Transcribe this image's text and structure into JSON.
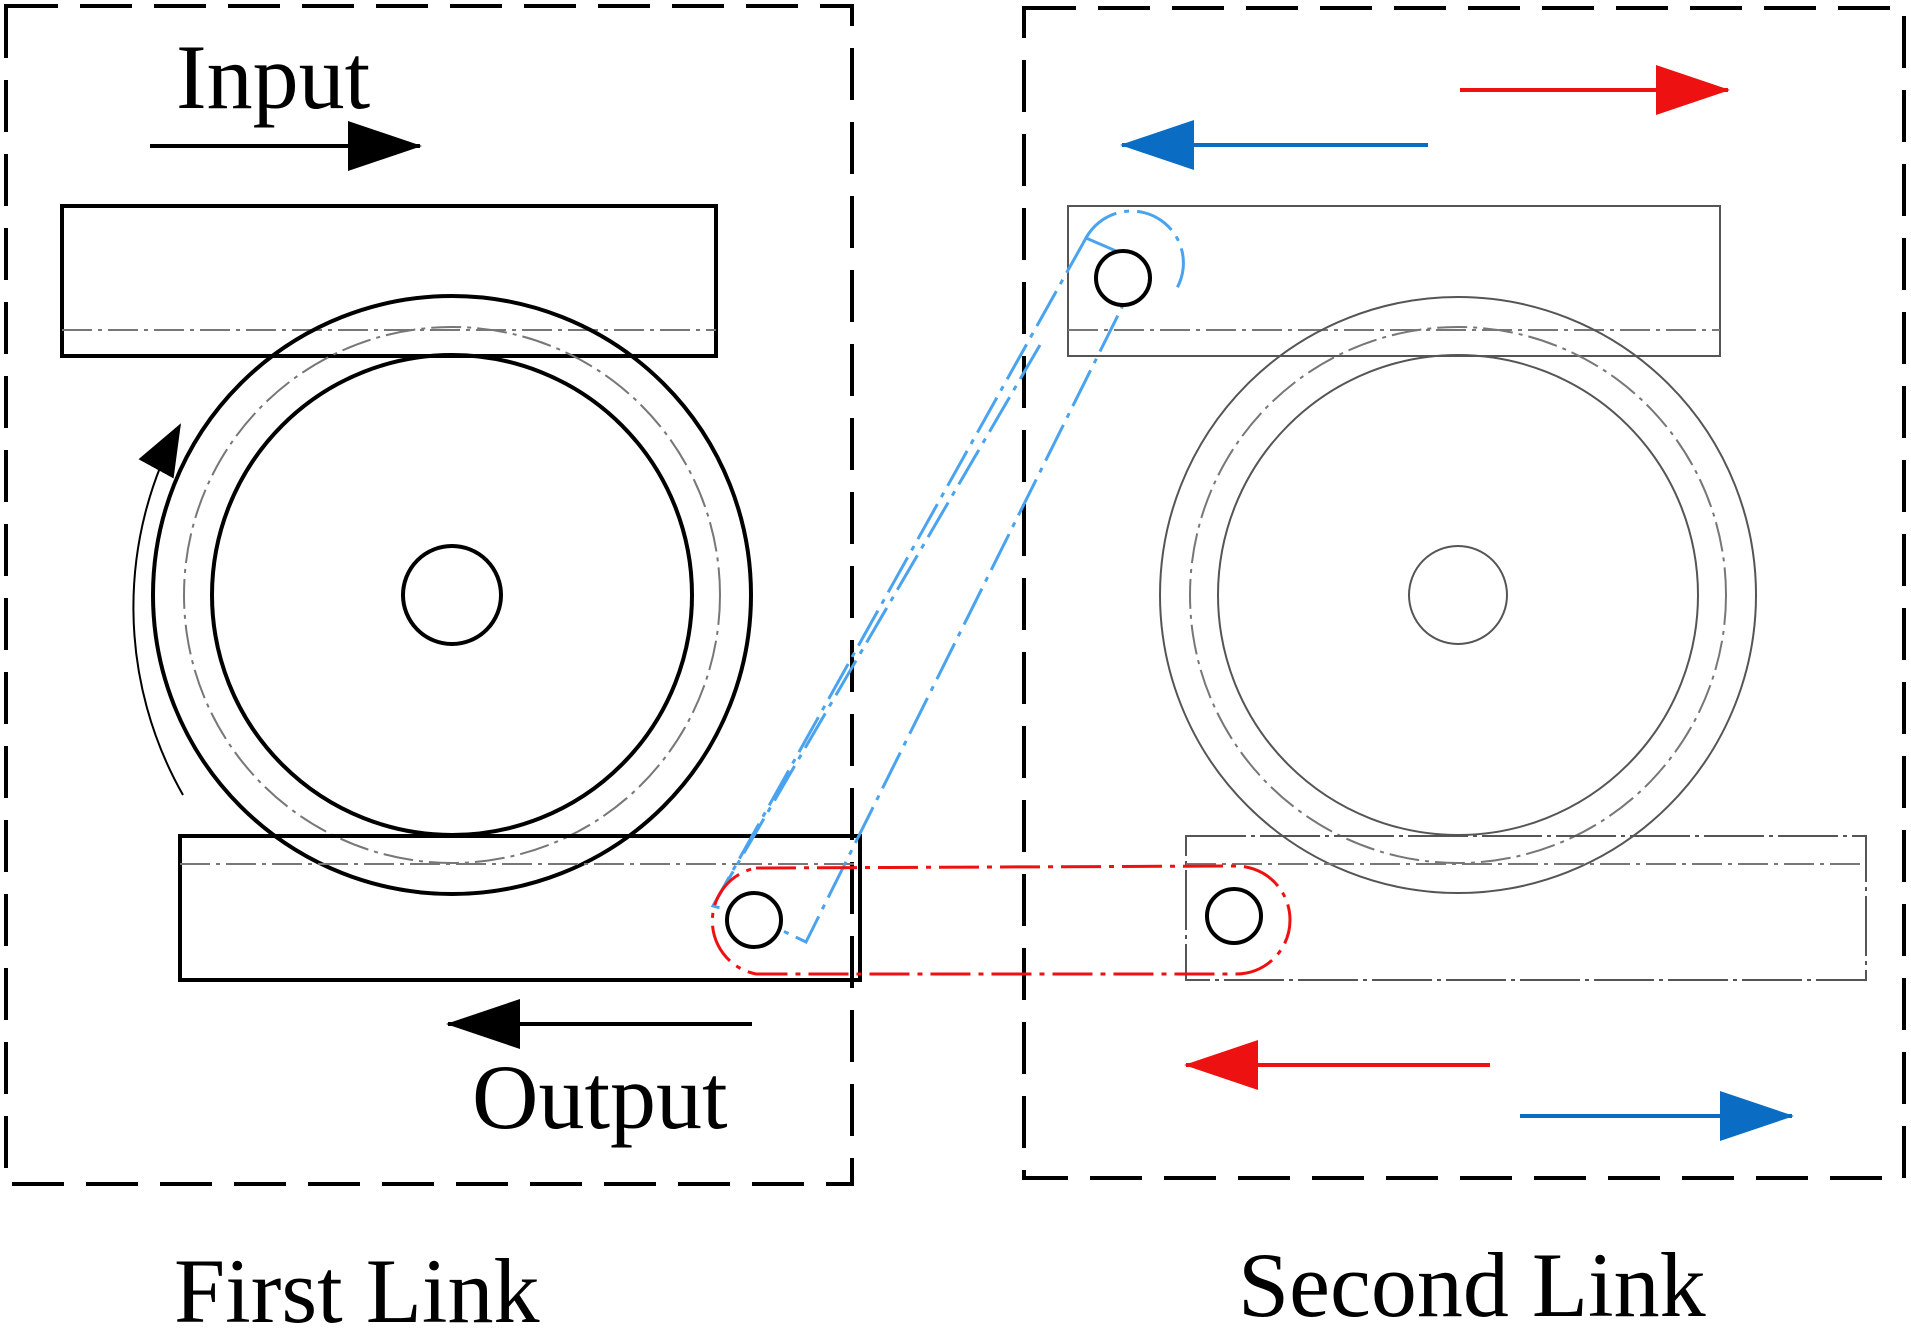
{
  "labels": {
    "input": "Input",
    "output": "Output",
    "first_link": "First Link",
    "second_link": "Second Link"
  },
  "colors": {
    "black": "#000000",
    "gray": "#555555",
    "blue_link": "#4aa3ef",
    "blue_arrow": "#0b6cc4",
    "red": "#ee1111"
  }
}
